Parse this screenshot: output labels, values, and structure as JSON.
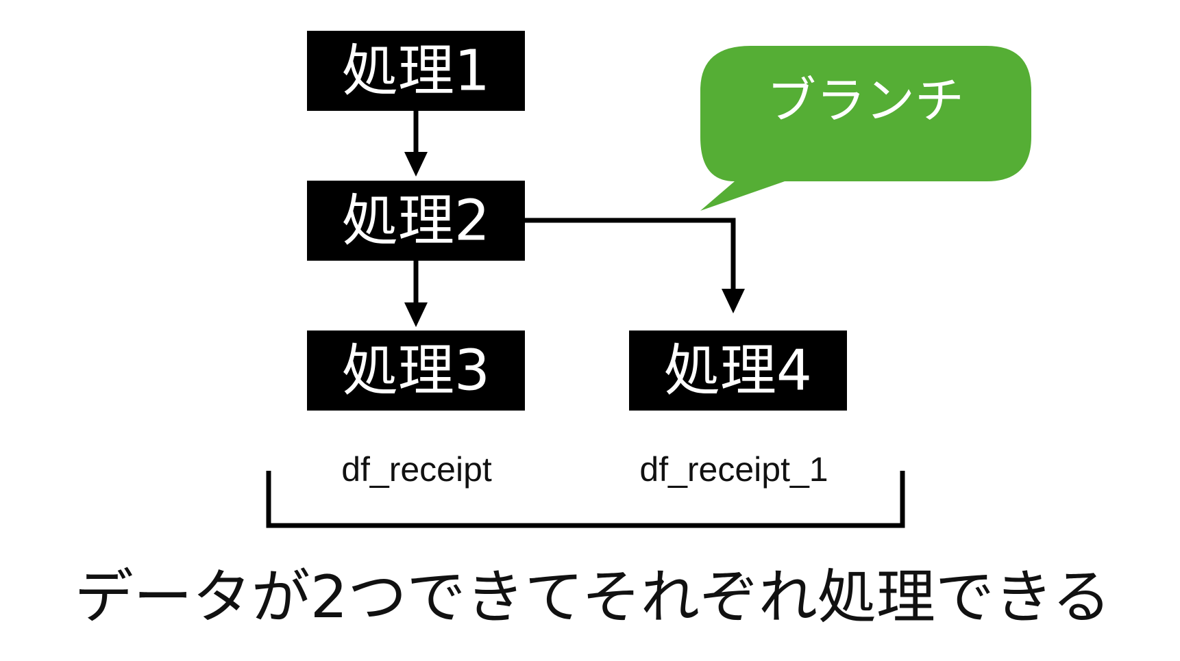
{
  "nodes": {
    "process1": {
      "label": "処理1"
    },
    "process2": {
      "label": "処理2"
    },
    "process3": {
      "label": "処理3"
    },
    "process4": {
      "label": "処理4"
    }
  },
  "callout": {
    "label": "ブランチ",
    "color": "#55ae35"
  },
  "dataframes": {
    "left": "df_receipt",
    "right": "df_receipt_1"
  },
  "caption": "データが2つできてそれぞれ処理できる",
  "colors": {
    "box_fill": "#000000",
    "box_text": "#ffffff",
    "line": "#000000",
    "caption_text": "#111111"
  }
}
